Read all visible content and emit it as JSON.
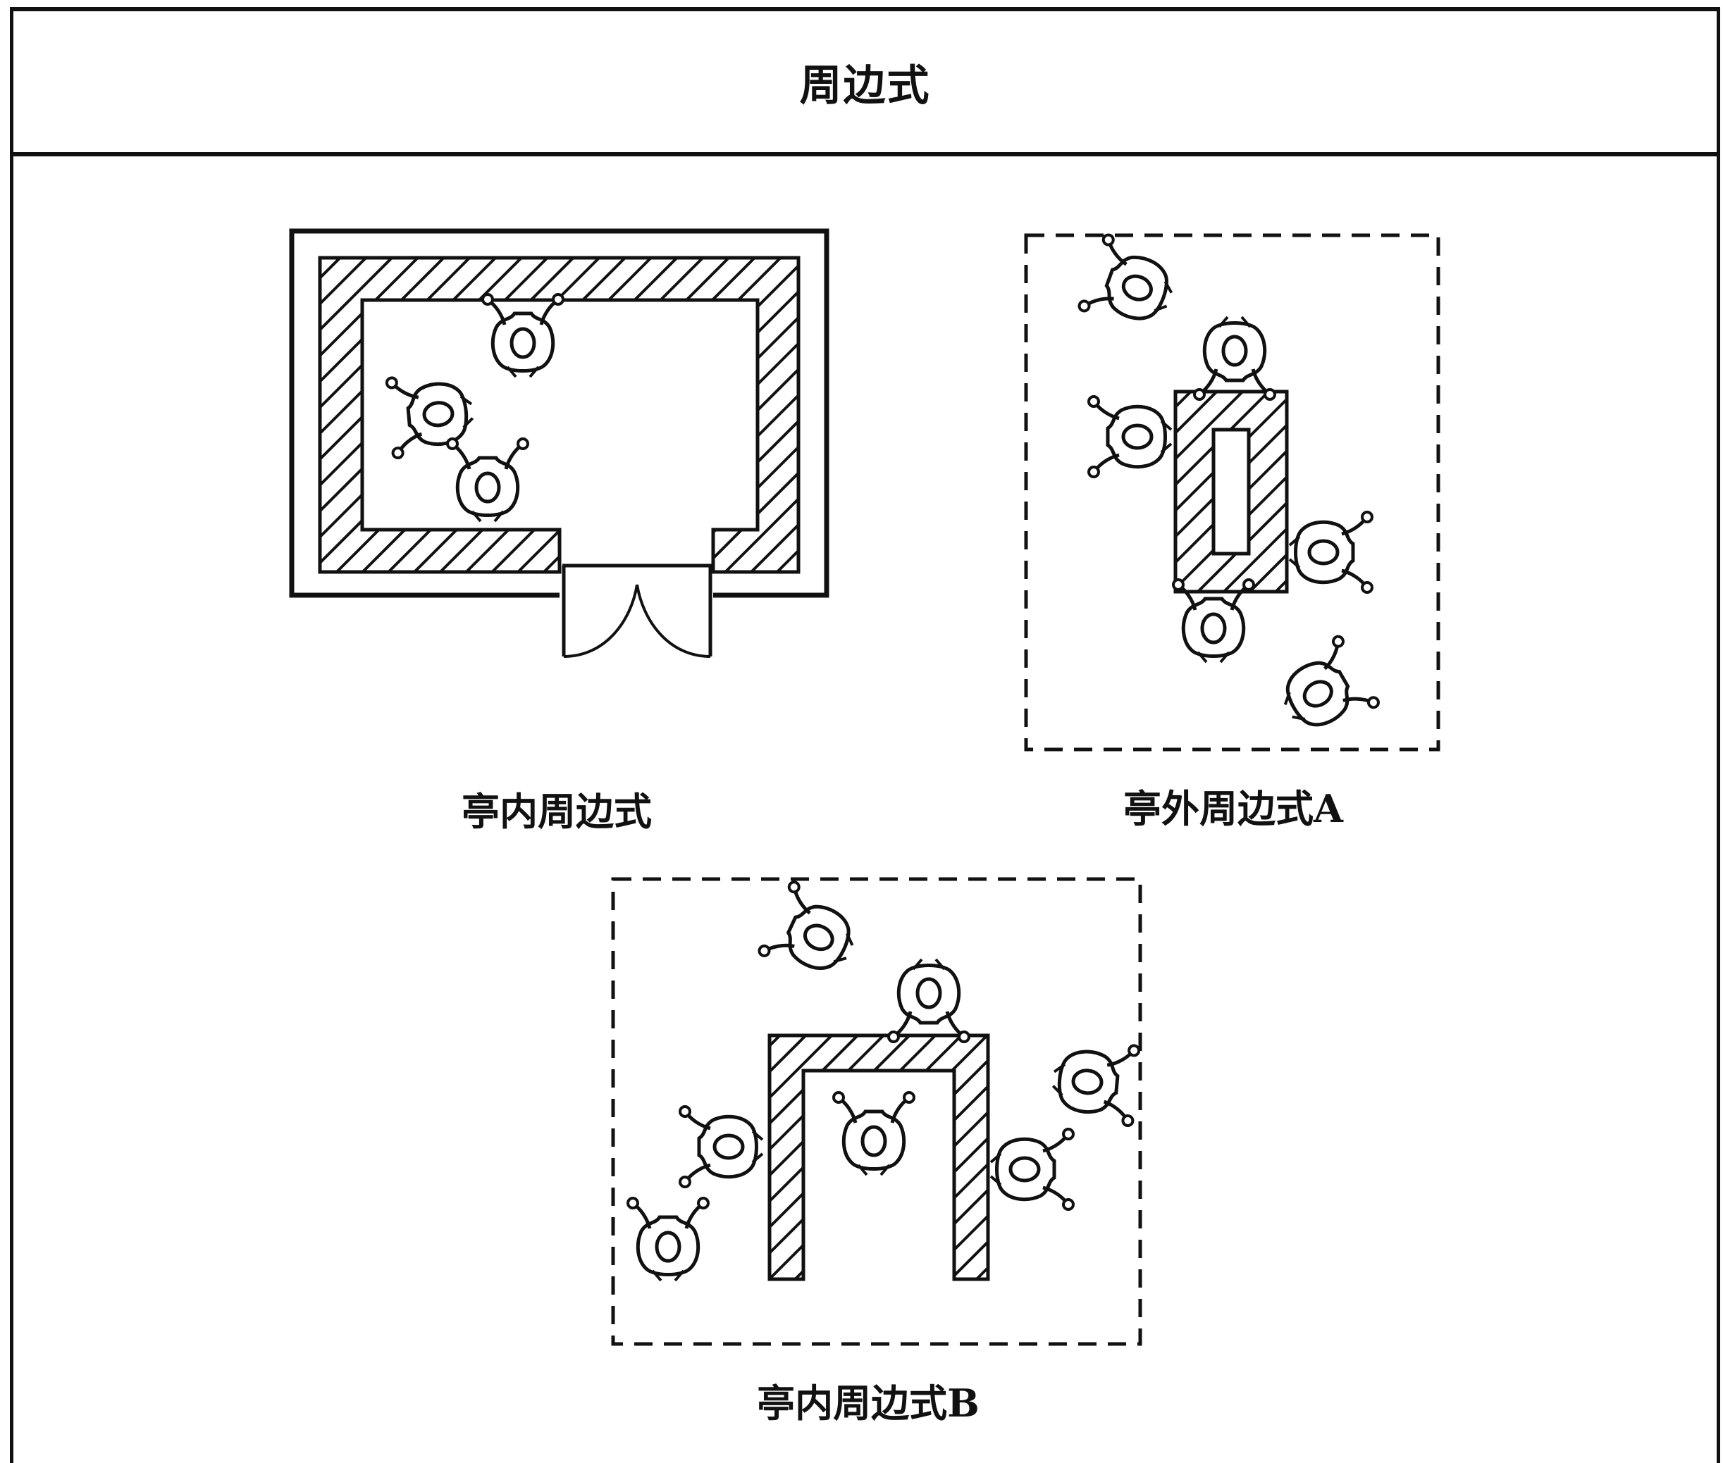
{
  "header": {
    "title": "周边式"
  },
  "panels": [
    {
      "id": "inside",
      "caption": "亭内周边式"
    },
    {
      "id": "outside-a",
      "caption": "亭外周边式A"
    },
    {
      "id": "inside-b",
      "caption": "亭内周边式B"
    }
  ],
  "colors": {
    "line": "#111111",
    "background": "#ffffff"
  }
}
